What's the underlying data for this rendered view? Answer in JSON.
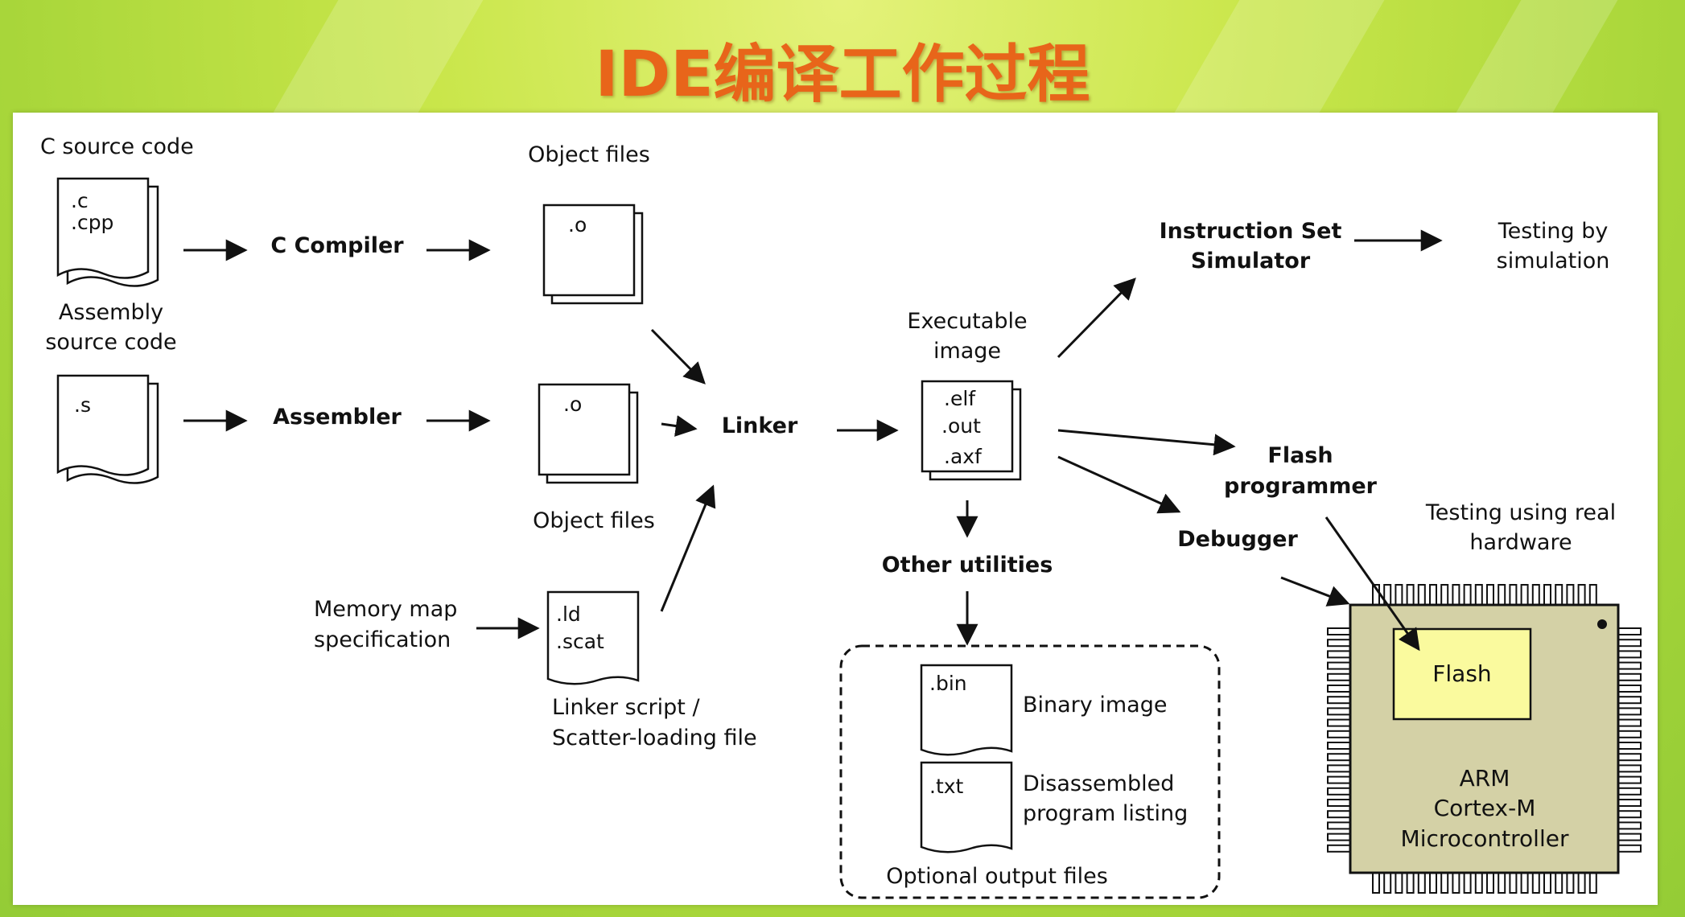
{
  "title": "IDE编译工作过程",
  "labels": {
    "c_source": "C source code",
    "asm_source_1": "Assembly",
    "asm_source_2": "source code",
    "c_compiler": "C Compiler",
    "assembler": "Assembler",
    "object_files_top": "Object files",
    "object_files_bottom": "Object files",
    "linker": "Linker",
    "memory_map_1": "Memory map",
    "memory_map_2": "specification",
    "linker_script_1": "Linker script /",
    "linker_script_2": "Scatter-loading file",
    "exec_image_1": "Executable",
    "exec_image_2": "image",
    "other_utilities": "Other utilities",
    "binary_image": "Binary image",
    "disassembled_1": "Disassembled",
    "disassembled_2": "program listing",
    "optional_output": "Optional output files",
    "iss_1": "Instruction Set",
    "iss_2": "Simulator",
    "testing_sim_1": "Testing by",
    "testing_sim_2": "simulation",
    "flash_prog_1": "Flash",
    "flash_prog_2": "programmer",
    "debugger": "Debugger",
    "testing_hw_1": "Testing using real",
    "testing_hw_2": "hardware",
    "flash": "Flash",
    "mcu_1": "ARM",
    "mcu_2": "Cortex-M",
    "mcu_3": "Microcontroller"
  },
  "files": {
    "c_ext_1": ".c",
    "c_ext_2": ".cpp",
    "s_ext": ".s",
    "obj_top": ".o",
    "obj_bottom": ".o",
    "ld_1": ".ld",
    "ld_2": ".scat",
    "elf": ".elf",
    "out": ".out",
    "axf": ".axf",
    "bin": ".bin",
    "txt": ".txt"
  }
}
